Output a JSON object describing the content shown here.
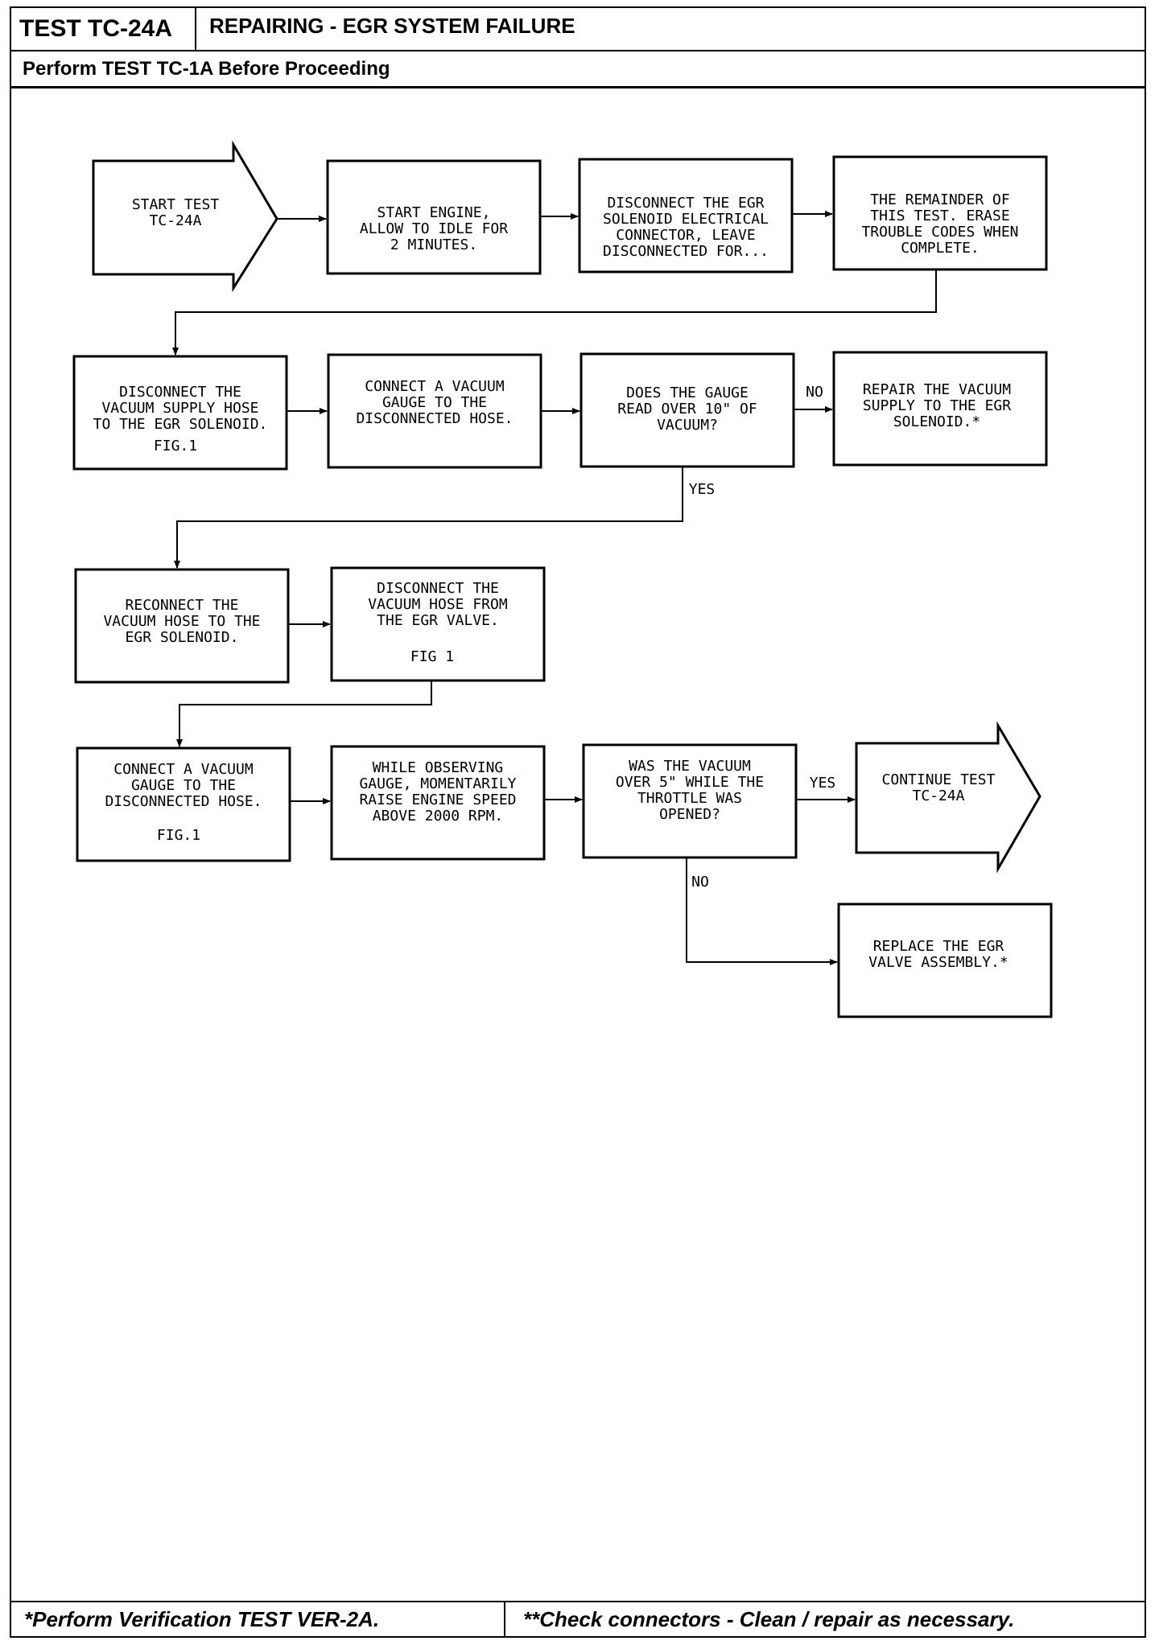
{
  "header": {
    "test_id": "TEST TC-24A",
    "title": "REPAIRING - EGR SYSTEM FAILURE",
    "prerequisite": "Perform TEST TC-1A Before Proceeding"
  },
  "flowchart": {
    "start": [
      "START TEST",
      "TC-24A"
    ],
    "step1": [
      "START ENGINE,",
      "ALLOW TO IDLE FOR",
      "2 MINUTES."
    ],
    "step2": [
      "DISCONNECT THE EGR",
      "SOLENOID ELECTRICAL",
      "CONNECTOR, LEAVE",
      "DISCONNECTED FOR..."
    ],
    "step3": [
      "THE REMAINDER OF",
      "THIS TEST. ERASE",
      "TROUBLE CODES WHEN",
      "COMPLETE."
    ],
    "step4": [
      "DISCONNECT THE",
      "VACUUM SUPPLY HOSE",
      "TO THE EGR SOLENOID."
    ],
    "step4_fig": "FIG.1",
    "step5": [
      "CONNECT A VACUUM",
      "GAUGE TO THE",
      "DISCONNECTED HOSE."
    ],
    "decision1": [
      "DOES THE GAUGE",
      "READ OVER 10\" OF",
      "VACUUM?"
    ],
    "decision1_no": "NO",
    "decision1_yes": "YES",
    "repair1": [
      "REPAIR THE VACUUM",
      "SUPPLY TO THE EGR",
      "SOLENOID.*"
    ],
    "step6": [
      "RECONNECT THE",
      "VACUUM HOSE TO THE",
      "EGR SOLENOID."
    ],
    "step7": [
      "DISCONNECT THE",
      "VACUUM HOSE FROM",
      "THE EGR VALVE."
    ],
    "step7_fig": "FIG 1",
    "step8": [
      "CONNECT A VACUUM",
      "GAUGE TO THE",
      "DISCONNECTED HOSE."
    ],
    "step8_fig": "FIG.1",
    "step9": [
      "WHILE OBSERVING",
      "GAUGE, MOMENTARILY",
      "RAISE ENGINE SPEED",
      "ABOVE 2000 RPM."
    ],
    "decision2": [
      "WAS THE VACUUM",
      "OVER 5\" WHILE THE",
      "THROTTLE WAS",
      "OPENED?"
    ],
    "decision2_yes": "YES",
    "decision2_no": "NO",
    "continue": [
      "CONTINUE TEST",
      "TC-24A"
    ],
    "replace": [
      "REPLACE THE EGR",
      "VALVE ASSEMBLY.*"
    ]
  },
  "footer": {
    "left": "*Perform Verification TEST VER-2A.",
    "right": "**Check connectors - Clean / repair as necessary."
  }
}
